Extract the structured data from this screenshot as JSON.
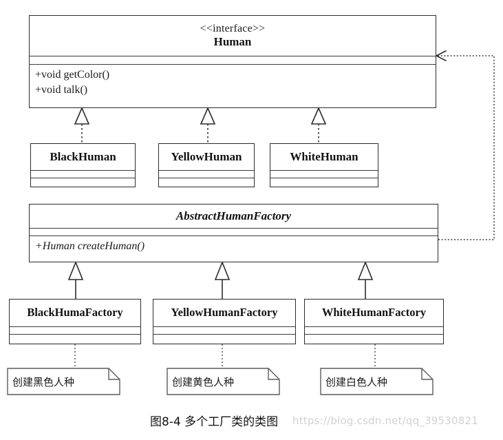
{
  "diagram": {
    "kind": "uml-class-diagram",
    "caption": "图8-4 多个工厂类的类图",
    "watermark": "https://blog.csdn.net/qq_39530821",
    "colors": {
      "line": "#2b2b2b",
      "background": "#ffffff",
      "text": "#111111",
      "watermark": "#d2d2d2"
    },
    "interface": {
      "stereotype": "<<interface>>",
      "name": "Human",
      "attributes": [],
      "operations": [
        "+void getColor()",
        "+void talk()"
      ]
    },
    "implementations": [
      {
        "name": "BlackHuman",
        "attributes": [],
        "operations": []
      },
      {
        "name": "YellowHuman",
        "attributes": [],
        "operations": []
      },
      {
        "name": "WhiteHuman",
        "attributes": [],
        "operations": []
      }
    ],
    "abstract_factory": {
      "name": "AbstractHumanFactory",
      "is_abstract": true,
      "attributes": [],
      "operations": [
        "+Human createHuman()"
      ]
    },
    "factories": [
      {
        "name": "BlackHumaFactory",
        "attributes": [],
        "operations": []
      },
      {
        "name": "YellowHumanFactory",
        "attributes": [],
        "operations": []
      },
      {
        "name": "WhiteHumanFactory",
        "attributes": [],
        "operations": []
      }
    ],
    "notes": [
      {
        "text": "创建黑色人种"
      },
      {
        "text": "创建黄色人种"
      },
      {
        "text": "创建白色人种"
      }
    ],
    "relationships": [
      {
        "type": "realization",
        "from": "BlackHuman",
        "to": "Human",
        "style": "dashed-hollow-triangle"
      },
      {
        "type": "realization",
        "from": "YellowHuman",
        "to": "Human",
        "style": "dashed-hollow-triangle"
      },
      {
        "type": "realization",
        "from": "WhiteHuman",
        "to": "Human",
        "style": "dashed-hollow-triangle"
      },
      {
        "type": "generalization",
        "from": "BlackHumaFactory",
        "to": "AbstractHumanFactory",
        "style": "solid-hollow-triangle"
      },
      {
        "type": "generalization",
        "from": "YellowHumanFactory",
        "to": "AbstractHumanFactory",
        "style": "solid-hollow-triangle"
      },
      {
        "type": "generalization",
        "from": "WhiteHumanFactory",
        "to": "AbstractHumanFactory",
        "style": "solid-hollow-triangle"
      },
      {
        "type": "dependency",
        "from": "AbstractHumanFactory",
        "to": "Human",
        "style": "dotted-open-arrow"
      },
      {
        "type": "note-anchor",
        "from": "创建黑色人种",
        "to": "BlackHumaFactory",
        "style": "dotted"
      },
      {
        "type": "note-anchor",
        "from": "创建黄色人种",
        "to": "YellowHumanFactory",
        "style": "dotted"
      },
      {
        "type": "note-anchor",
        "from": "创建白色人种",
        "to": "WhiteHumanFactory",
        "style": "dotted"
      }
    ]
  }
}
